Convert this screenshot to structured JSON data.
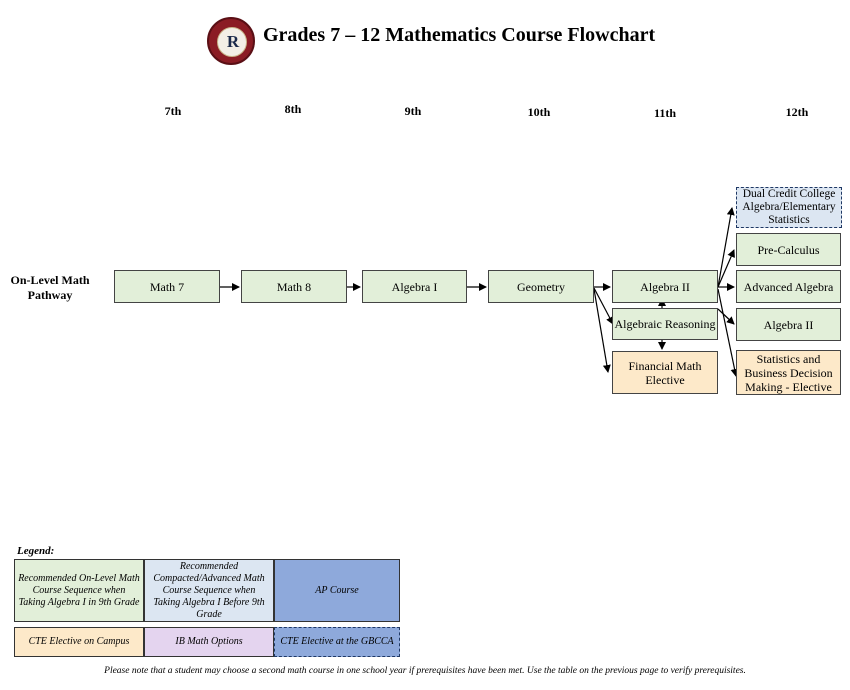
{
  "header": {
    "title": "Grades 7 – 12 Mathematics Course Flowchart",
    "logo_text": "R",
    "logo_color": "#8b1c24"
  },
  "grades": [
    "7th",
    "8th",
    "9th",
    "10th",
    "11th",
    "12th"
  ],
  "pathway_label": "On-Level Math Pathway",
  "courses": {
    "math7": "Math 7",
    "math8": "Math 8",
    "algebra1": "Algebra I",
    "geometry": "Geometry",
    "algebra2_11": "Algebra II",
    "algebraic_reasoning": "Algebraic Reasoning",
    "financial_math": "Financial Math Elective",
    "dual_credit": "Dual Credit College Algebra/Elementary Statistics",
    "precalculus": "Pre-Calculus",
    "advanced_algebra": "Advanced Algebra",
    "algebra2_12": "Algebra II",
    "statistics_business": "Statistics and Business Decision Making - Elective"
  },
  "legend": {
    "title": "Legend:",
    "on_level": "Recommended On-Level Math Course Sequence when Taking Algebra I in 9th Grade",
    "compacted": "Recommended Compacted/Advanced Math Course Sequence when Taking Algebra I Before 9th Grade",
    "ap": "AP Course",
    "cte_campus": "CTE Elective on Campus",
    "ib": "IB Math Options",
    "cte_gbcca": "CTE Elective at the GBCCA"
  },
  "colors": {
    "on_level": "#e2efd9",
    "compacted": "#dce6f2",
    "ap": "#8ea9db",
    "cte_campus": "#fde9c9",
    "ib": "#e4d4ef",
    "cte_gbcca": "#8ea9db"
  },
  "footnote": "Please note that a student may choose a second math course in one school year if prerequisites have been met.  Use the table on the previous page to verify prerequisites."
}
